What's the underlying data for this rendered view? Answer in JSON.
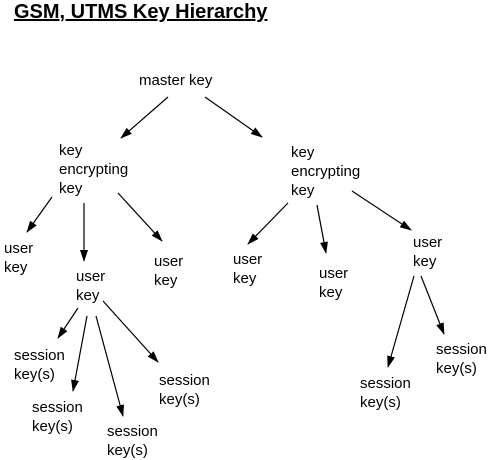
{
  "title": "GSM, UTMS Key Hierarchy",
  "colors": {
    "text": "#000000",
    "background": "#ffffff",
    "arrow": "#000000"
  },
  "nodes": {
    "master_key": {
      "lines": [
        "master key"
      ]
    },
    "kek_left": {
      "lines": [
        "key",
        "encrypting",
        "key"
      ]
    },
    "kek_right": {
      "lines": [
        "key",
        "encrypting",
        "key"
      ]
    },
    "user_key_a": {
      "lines": [
        "user",
        "key"
      ]
    },
    "user_key_b": {
      "lines": [
        "user",
        "key"
      ]
    },
    "user_key_c": {
      "lines": [
        "user",
        "key"
      ]
    },
    "user_key_d": {
      "lines": [
        "user",
        "key"
      ]
    },
    "user_key_e": {
      "lines": [
        "user",
        "key"
      ]
    },
    "user_key_f": {
      "lines": [
        "user",
        "key"
      ]
    },
    "session_a": {
      "lines": [
        "session",
        "key(s)"
      ]
    },
    "session_b": {
      "lines": [
        "session",
        "key(s)"
      ]
    },
    "session_c": {
      "lines": [
        "session",
        "key(s)"
      ]
    },
    "session_d": {
      "lines": [
        "session",
        "key(s)"
      ]
    },
    "session_e": {
      "lines": [
        "session",
        "key(s)"
      ]
    },
    "session_f": {
      "lines": [
        "session",
        "key(s)"
      ]
    }
  },
  "edges": [
    [
      "master_key",
      "kek_left"
    ],
    [
      "master_key",
      "kek_right"
    ],
    [
      "kek_left",
      "user_key_a"
    ],
    [
      "kek_left",
      "user_key_b"
    ],
    [
      "kek_left",
      "user_key_c"
    ],
    [
      "kek_right",
      "user_key_d"
    ],
    [
      "kek_right",
      "user_key_e"
    ],
    [
      "kek_right",
      "user_key_f"
    ],
    [
      "user_key_b",
      "session_a"
    ],
    [
      "user_key_b",
      "session_b"
    ],
    [
      "user_key_b",
      "session_c"
    ],
    [
      "user_key_b",
      "session_d"
    ],
    [
      "user_key_f",
      "session_e"
    ],
    [
      "user_key_f",
      "session_f"
    ]
  ]
}
